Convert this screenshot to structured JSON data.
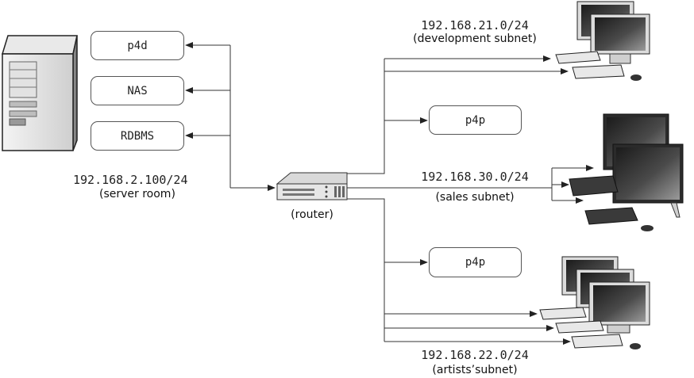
{
  "server": {
    "services": [
      "p4d",
      "NAS",
      "RDBMS"
    ],
    "ip": "192.168.2.100/24",
    "label": "(server room)"
  },
  "router": {
    "label": "(router)"
  },
  "subnets": {
    "development": {
      "cidr": "192.168.21.0/24",
      "label": "(development subnet)",
      "proxy": "p4p"
    },
    "sales": {
      "cidr": "192.168.30.0/24",
      "label": "(sales subnet)"
    },
    "artists": {
      "cidr": "192.168.22.0/24",
      "label": "(artists’subnet)",
      "proxy": "p4p"
    }
  },
  "colors": {
    "line": "#333333",
    "box_border": "#555555",
    "device_dark": "#2b2b2b",
    "device_light": "#d8d8d8"
  },
  "icons": [
    "server-tower-icon",
    "router-icon",
    "desktop-computer-icon"
  ]
}
